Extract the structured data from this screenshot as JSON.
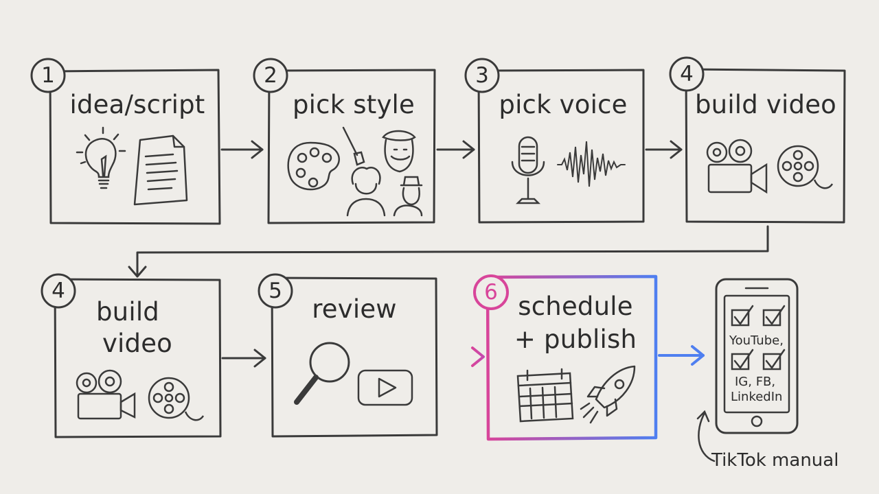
{
  "steps": [
    {
      "number": "1",
      "label": "idea/script"
    },
    {
      "number": "2",
      "label": "pick style"
    },
    {
      "number": "3",
      "label": "pick voice"
    },
    {
      "number": "4",
      "label": "build video"
    },
    {
      "number": "4",
      "label_line1": "build",
      "label_line2": "video"
    },
    {
      "number": "5",
      "label": "review"
    },
    {
      "number": "6",
      "label_line1": "schedule",
      "label_line2": "+ publish"
    }
  ],
  "phone": {
    "platforms_line1": "YouTube,",
    "platforms_line2": "IG,  FB,",
    "platforms_line3": "LinkedIn",
    "note": "TikTok manual"
  },
  "colors": {
    "background": "#efede9",
    "ink": "#3a3a3a",
    "highlight_start": "#d8459a",
    "highlight_end": "#4f7ff0"
  }
}
